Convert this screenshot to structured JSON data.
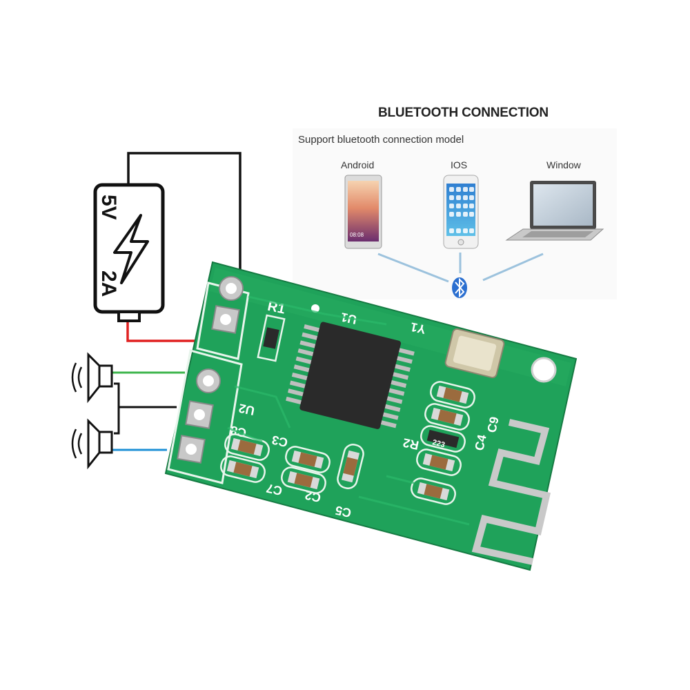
{
  "header": {
    "title": "BLUETOOTH CONNECTION",
    "subtitle": "Support bluetooth connection model"
  },
  "devices": [
    {
      "label": "Android",
      "icon": "android-phone-icon"
    },
    {
      "label": "IOS",
      "icon": "iphone-icon"
    },
    {
      "label": "Window",
      "icon": "laptop-icon"
    }
  ],
  "battery": {
    "voltage": "5V",
    "current": "2A",
    "icon": "lightning-bolt-icon"
  },
  "board": {
    "labels": {
      "r1": "R1",
      "u1": "U1",
      "y1": "Y1",
      "u2": "U2",
      "c8": "C8",
      "c3": "C3",
      "c7": "C7",
      "c2": "C2",
      "c5": "C5",
      "c9": "C9",
      "c4": "C4",
      "r2": "R2",
      "resistor_code": "223"
    },
    "colors": {
      "pcb": "#1fa25a",
      "pcb_dark": "#157a42",
      "chip": "#2a2a2a"
    }
  },
  "wires": {
    "power_positive": "#e02020",
    "ground": "#111111",
    "speaker_left": "#3cb44b",
    "speaker_right": "#1e90d6",
    "bluetooth_link": "#9cc2dd"
  }
}
